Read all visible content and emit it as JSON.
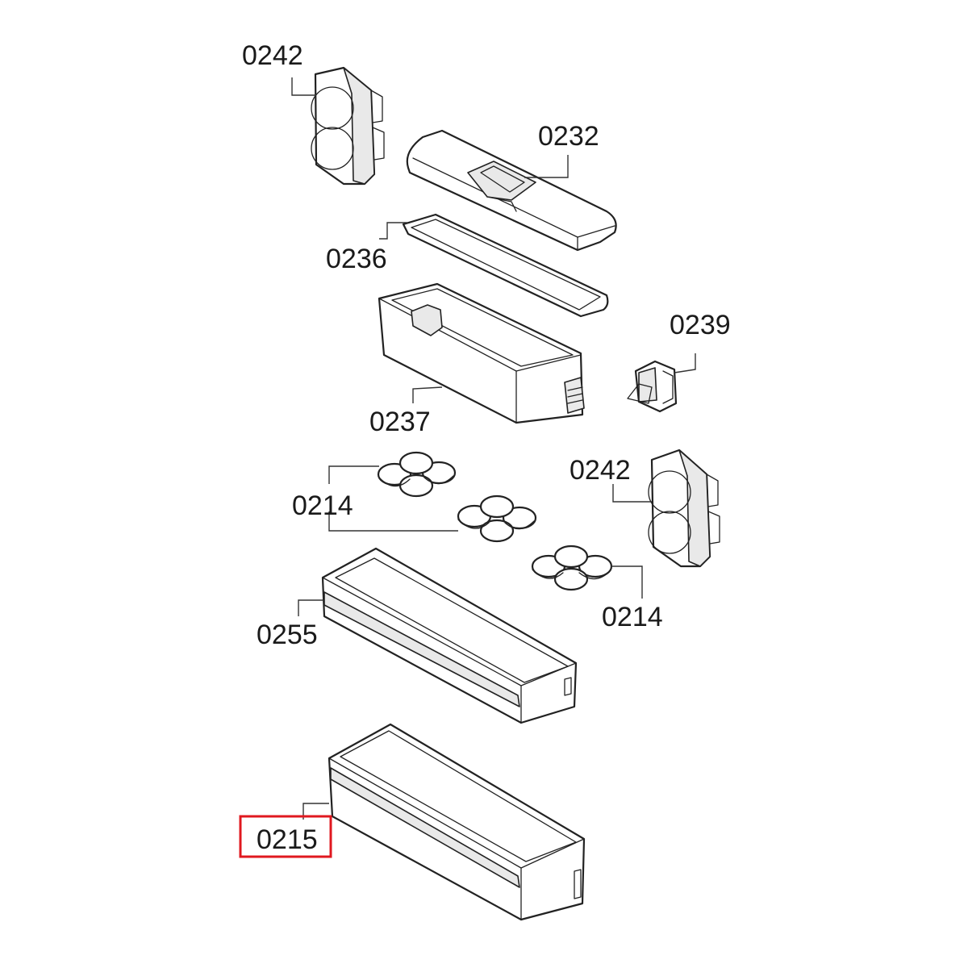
{
  "parts": [
    {
      "number": "0242"
    },
    {
      "number": "0232"
    },
    {
      "number": "0236"
    },
    {
      "number": "0239"
    },
    {
      "number": "0237"
    },
    {
      "number": "0242"
    },
    {
      "number": "0214"
    },
    {
      "number": "0214"
    },
    {
      "number": "0255"
    },
    {
      "number": "0215"
    }
  ],
  "highlighted_part": "0215",
  "colors": {
    "highlight": "#e0181f",
    "line": "#222222",
    "background": "#ffffff"
  }
}
